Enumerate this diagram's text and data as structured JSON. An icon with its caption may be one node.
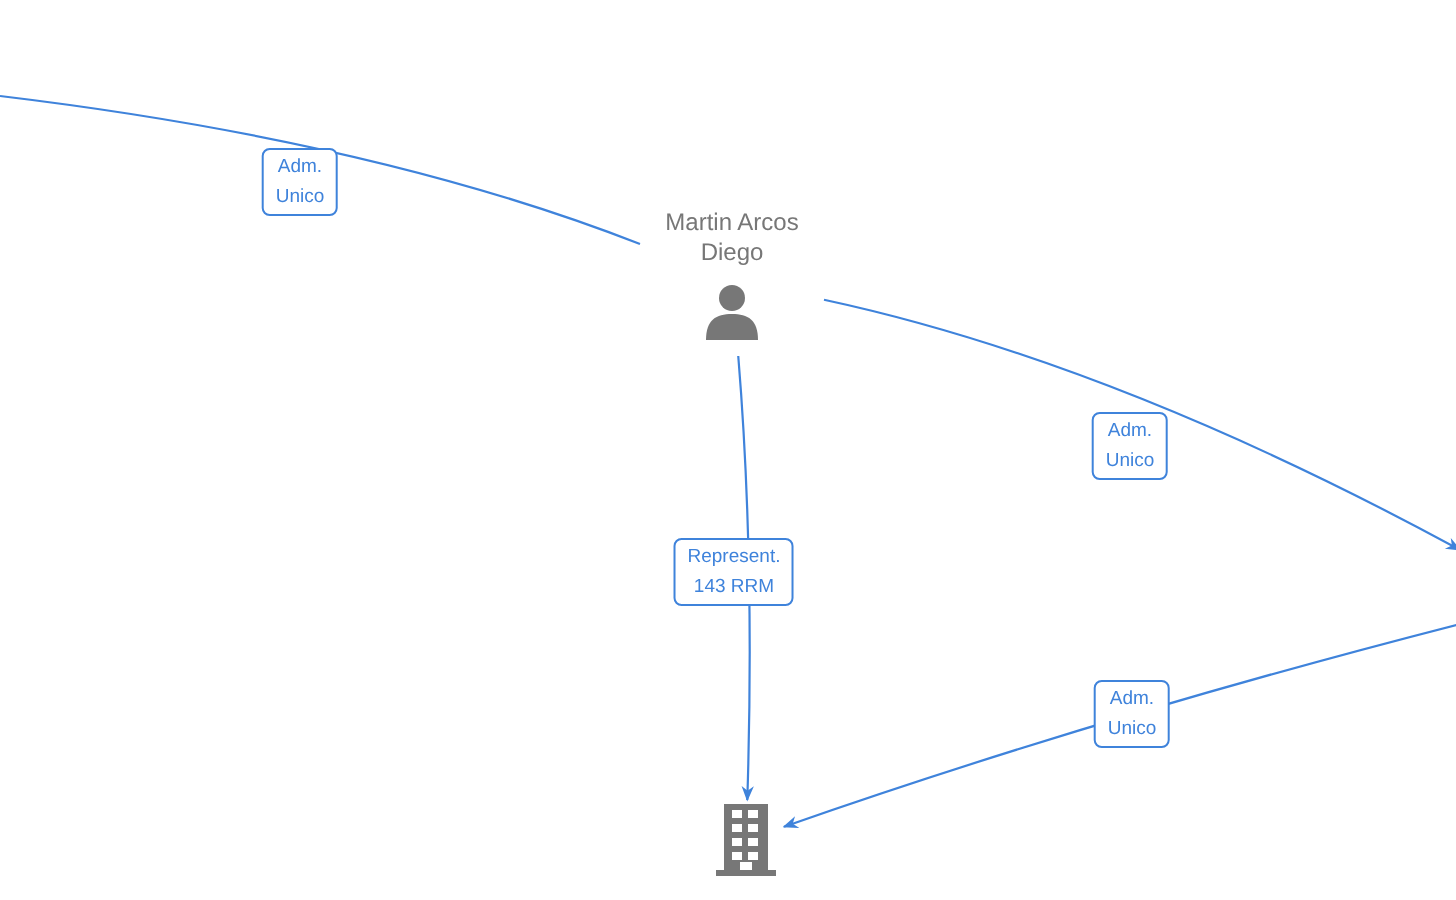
{
  "diagram": {
    "nodes": [
      {
        "text": [
          "Martin Arcos Diego"
        ]
      },
      {
        "text": [],
        "shape": "building"
      }
    ],
    "edges": [
      {
        "from": null,
        "to": 0,
        "arrow": "none",
        "label": "Adm. Unico"
      },
      {
        "from": 0,
        "to": null,
        "arrow": "to",
        "label": "Adm. Unico"
      },
      {
        "from": null,
        "to": 1,
        "arrow": "to",
        "label": "Adm. Unico"
      },
      {
        "from": 0,
        "to": 1,
        "arrow": "to",
        "label": "Represent. 143 RRM"
      }
    ]
  }
}
